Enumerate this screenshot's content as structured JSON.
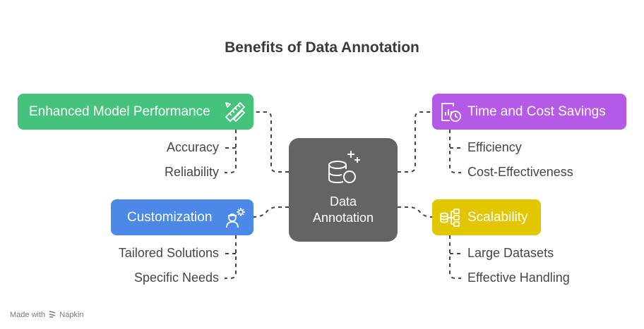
{
  "title": "Benefits of Data Annotation",
  "center": {
    "line1": "Data",
    "line2": "Annotation",
    "icon": "database-sparkle-icon"
  },
  "branches": {
    "performance": {
      "label": "Enhanced Model Performance",
      "icon": "pencil-ruler-icon",
      "color": "#45c27c",
      "items": [
        "Accuracy",
        "Reliability"
      ]
    },
    "savings": {
      "label": "Time and Cost Savings",
      "icon": "report-clock-icon",
      "color": "#b45ae6",
      "items": [
        "Efficiency",
        "Cost-Effectiveness"
      ]
    },
    "customization": {
      "label": "Customization",
      "icon": "person-gear-icon",
      "color": "#4c88e8",
      "items": [
        "Tailored Solutions",
        "Specific Needs"
      ]
    },
    "scalability": {
      "label": "Scalability",
      "icon": "hierarchy-database-icon",
      "color": "#e2c600",
      "items": [
        "Large Datasets",
        "Effective Handling"
      ]
    }
  },
  "footer": {
    "made_with": "Made with",
    "brand": "Napkin"
  }
}
